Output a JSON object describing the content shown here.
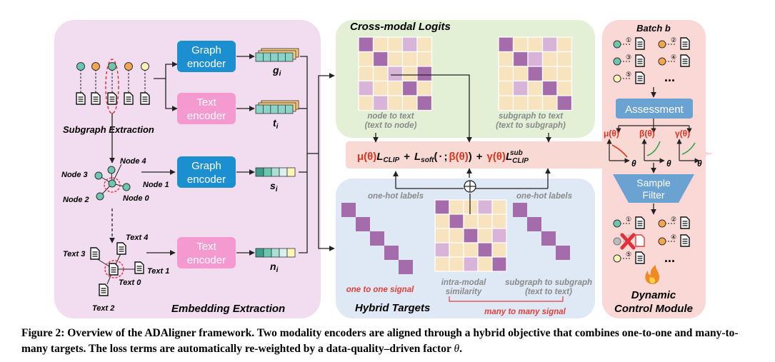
{
  "panels": {
    "embedding_title": "Embedding Extraction",
    "logits_title": "Cross-modal Logits",
    "targets_title": "Hybrid Targets",
    "control_title_1": "Dynamic",
    "control_title_2": "Control Module"
  },
  "embedding": {
    "subgraph_extraction": "Subgraph Extraction",
    "graph_encoder_line1": "Graph",
    "graph_encoder_line2": "encoder",
    "text_encoder_line1": "Text",
    "text_encoder_line2": "encoder",
    "g": "g",
    "t": "t",
    "s": "s",
    "n": "n",
    "subscript": "i",
    "node_labels": [
      "Node 4",
      "Node 3",
      "Node 1",
      "Node 2",
      "Node 0"
    ],
    "text_labels": [
      "Text 4",
      "Text 3",
      "Text 1",
      "Text 0",
      "Text 2"
    ]
  },
  "logits": {
    "left_caption_1": "node to text",
    "left_caption_2": "(text to node)",
    "right_caption_1": "subgraph to text",
    "right_caption_2": "(text to subgraph)"
  },
  "loss": {
    "mu": "μ(θ)",
    "l_clip": "L",
    "clip_sub": "CLIP",
    "plus": "+",
    "l_soft": "L",
    "soft_sub": "soft",
    "soft_args_open": "(",
    "soft_args_mid": "·",
    "soft_args_semi": ";",
    "beta": "β(θ)",
    "soft_args_close": ")",
    "gamma": "γ(θ)",
    "l_clip_sub": "L",
    "clip_sub2": "CLIP",
    "clip_sup": "sub"
  },
  "targets": {
    "onehot_left": "one-hot labels",
    "onehot_right": "one-hot labels",
    "one_to_one": "one to one signal",
    "intra_1": "intra-modal",
    "intra_2": "similarity",
    "sub2sub_1": "subgraph to subgraph",
    "sub2sub_2": "(text to text)",
    "many_to_many": "many to many signal",
    "oplus": "⊕"
  },
  "control": {
    "batch": "Batch b",
    "assessment": "Assessment",
    "sample_line1": "Sample",
    "sample_line2": "Filter",
    "mu": "μ(θ)",
    "beta": "β(θ)",
    "gamma": "γ(θ)",
    "theta": "θ",
    "ellipsis": "...",
    "circled_numbers": [
      "①",
      "②",
      "③",
      "④",
      "⑤"
    ]
  },
  "caption": {
    "prefix": "Figure 2: Overview of the ADAligner framework. Two modality encoders are aligned through a hybrid objective that combines one-to-one and many-to-many targets. The loss terms are automatically re-weighted by a data-quality–driven factor ",
    "theta": "θ",
    "suffix": "."
  },
  "colors": {
    "embedding_bg": "#f2dcef",
    "logits_bg": "#e3f0d6",
    "targets_bg": "#dfe9f5",
    "control_bg": "#f9d8d6",
    "loss_bg": "#f8d9d4",
    "graph_encoder": "#1c8fd1",
    "text_encoder": "#f49ad0",
    "assessment": "#6aa2d1",
    "purple": "#a46cab",
    "cream": "#f8e3bf",
    "light_purple": "#d8b5d8",
    "red_label": "#e0403a",
    "green_node": "#6cc7b0",
    "orange_node": "#f3a64d",
    "yellow_node": "#f7f2b5"
  },
  "icons": [
    "document-icon",
    "node-circle-icon",
    "fire-icon",
    "cross-icon",
    "plus-circle-icon"
  ]
}
